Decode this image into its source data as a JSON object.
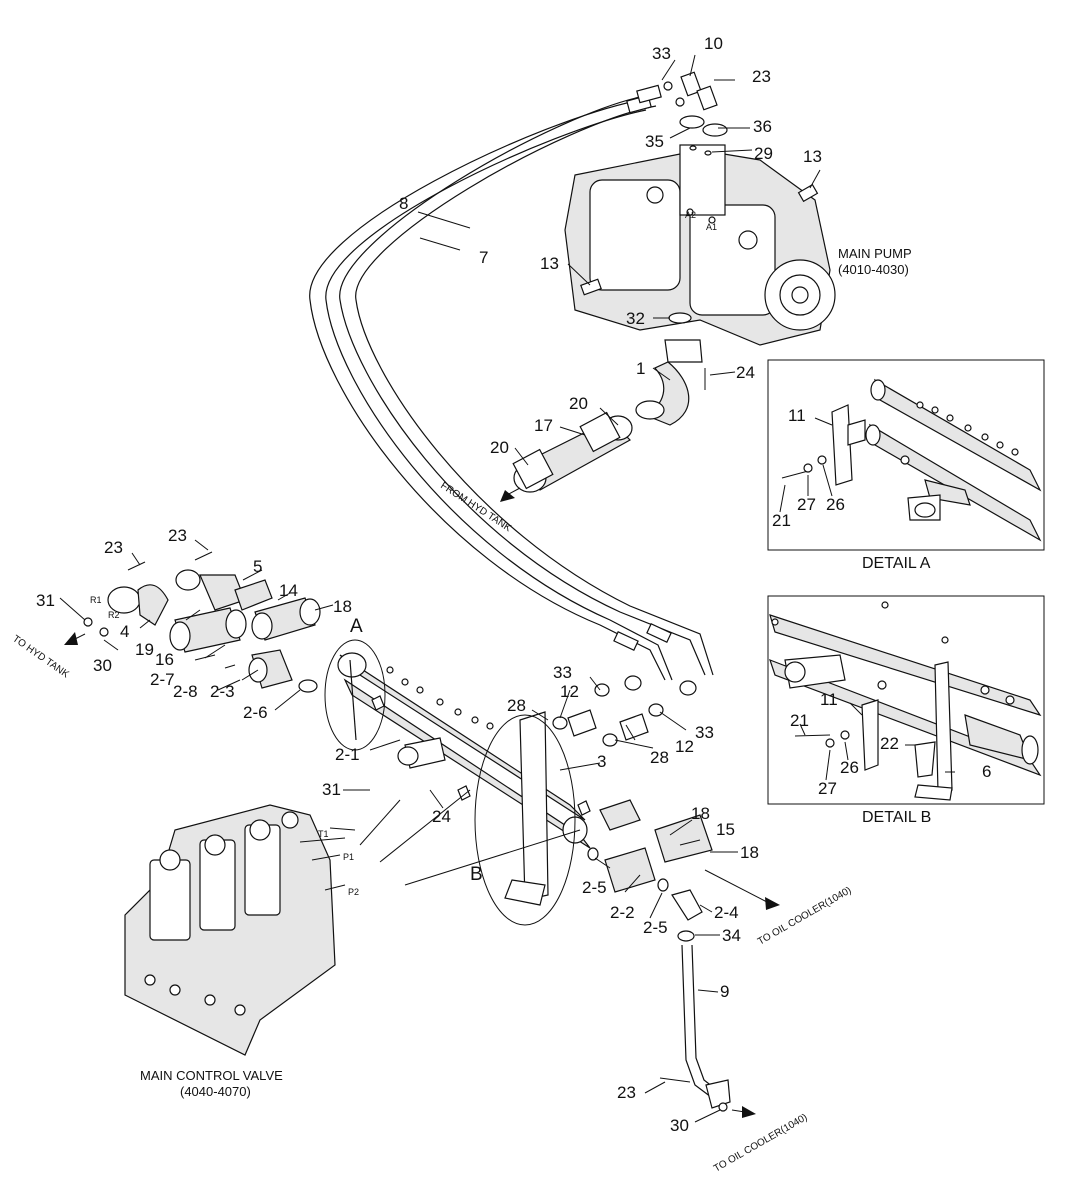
{
  "part_numbers": {
    "p1": "1",
    "p2_1": "2-1",
    "p2_2": "2-2",
    "p2_3": "2-3",
    "p2_4": "2-4",
    "p2_5a": "2-5",
    "p2_5b": "2-5",
    "p2_6": "2-6",
    "p2_7": "2-7",
    "p2_8": "2-8",
    "p3": "3",
    "p4": "4",
    "p5": "5",
    "p6": "6",
    "p7": "7",
    "p8": "8",
    "p9": "9",
    "p10": "10",
    "p11a": "11",
    "p11b": "11",
    "p12a": "12",
    "p12b": "12",
    "p13a": "13",
    "p13b": "13",
    "p14": "14",
    "p15": "15",
    "p16": "16",
    "p17": "17",
    "p18a": "18",
    "p18b": "18",
    "p18c": "18",
    "p19": "19",
    "p20a": "20",
    "p20b": "20",
    "p21a": "21",
    "p21b": "21",
    "p22": "22",
    "p23a": "23",
    "p23b": "23",
    "p23c": "23",
    "p23d": "23",
    "p24a": "24",
    "p24b": "24",
    "p26a": "26",
    "p26b": "26",
    "p27a": "27",
    "p27b": "27",
    "p28a": "28",
    "p28b": "28",
    "p29": "29",
    "p30a": "30",
    "p30b": "30",
    "p31a": "31",
    "p31b": "31",
    "p32": "32",
    "p33a": "33",
    "p33b": "33",
    "p33c": "33",
    "p34": "34",
    "p35": "35",
    "p36": "36"
  },
  "detail_letters": {
    "a": "A",
    "b": "B"
  },
  "port_labels": {
    "r1": "R1",
    "r2": "R2",
    "t1": "T1",
    "p1": "P1",
    "p2": "P2",
    "a1": "A1",
    "a2": "A2"
  },
  "captions": {
    "main_pump": "MAIN PUMP",
    "main_pump_ref": "(4010-4030)",
    "main_control_valve": "MAIN CONTROL VALVE",
    "main_control_valve_ref": "(4040-4070)",
    "detail_a": "DETAIL A",
    "detail_b": "DETAIL B",
    "from_hyd_tank": "FROM HYD TANK",
    "to_hyd_tank": "TO HYD TANK",
    "to_oil_cooler_1": "TO OIL COOLER(1040)",
    "to_oil_cooler_2": "TO OIL COOLER(1040)"
  }
}
